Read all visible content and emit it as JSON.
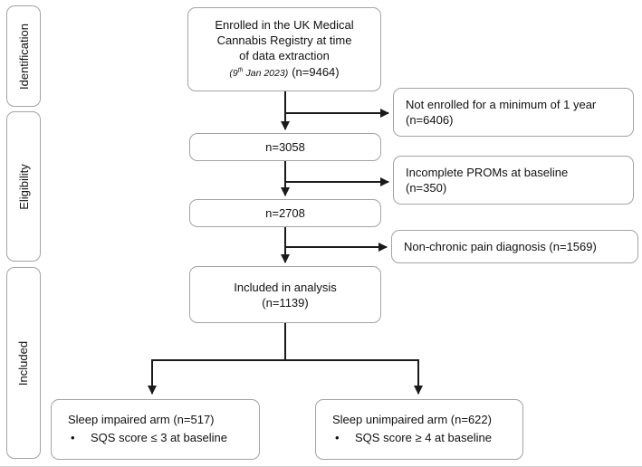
{
  "figure": {
    "stages": {
      "identification": "Identification",
      "eligibility": "Eligibility",
      "included": "Included"
    },
    "boxes": {
      "enrolled": {
        "line1": "Enrolled in the UK Medical",
        "line2": "Cannabis Registry at time",
        "line3": "of data extraction",
        "date_open": "(9",
        "date_sup": "th",
        "date_rest": " Jan 2023)",
        "count": "(n=9464)"
      },
      "n3058": {
        "label": "n=3058"
      },
      "n2708": {
        "label": "n=2708"
      },
      "included_analysis": {
        "line1": "Included in analysis",
        "line2": "(n=1139)"
      },
      "not_enrolled": {
        "line1": "Not enrolled for a minimum of 1 year",
        "line2": "(n=6406)"
      },
      "incomplete_proms": {
        "line1": "Incomplete PROMs at baseline",
        "line2": "(n=350)"
      },
      "non_chronic": {
        "line1": "Non-chronic pain diagnosis (n=1569)"
      },
      "arm_sleep_impaired": {
        "title": "Sleep impaired arm (n=517)",
        "bullet": "•",
        "detail": "SQS score ≤ 3 at baseline"
      },
      "arm_sleep_unimpaired": {
        "title": "Sleep unimpaired arm (n=622)",
        "bullet": "•",
        "detail": "SQS score ≥ 4 at baseline"
      }
    },
    "colors": {
      "box_border": "#a3a3a3",
      "arrow": "#1a1a1a",
      "text": "#111111",
      "background": "#ffffff"
    }
  }
}
